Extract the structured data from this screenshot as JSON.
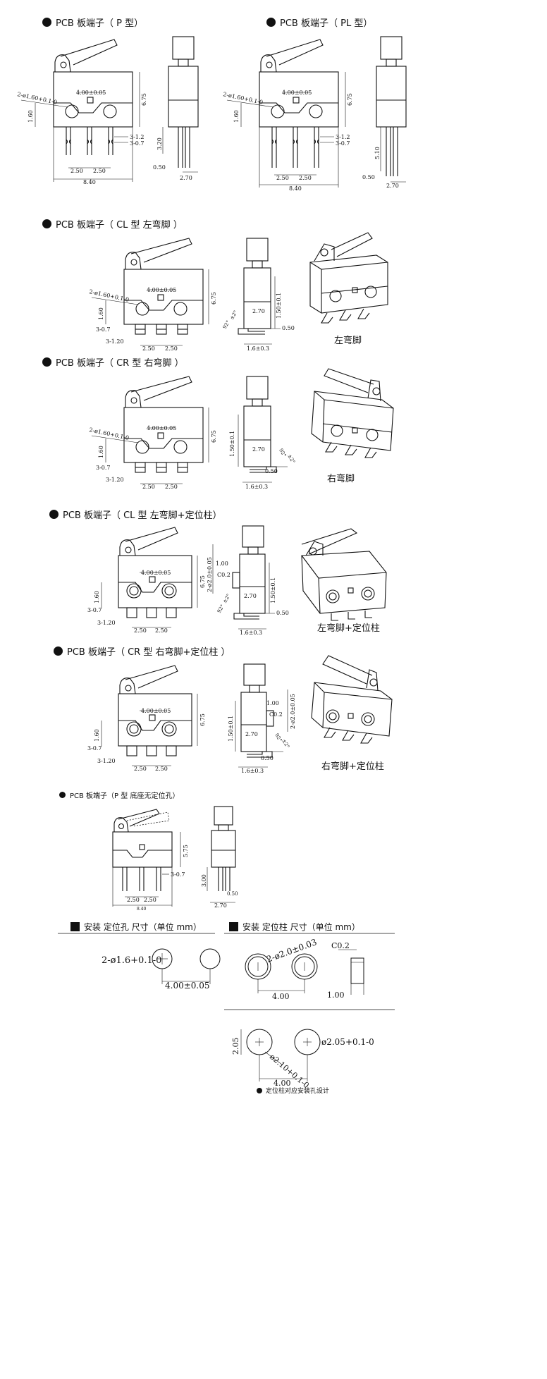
{
  "sections": [
    {
      "title": "PCB 板端子（ P 型）"
    },
    {
      "title": "PCB 板端子（ PL 型）"
    },
    {
      "title": "PCB 板端子（ CL 型 左弯脚 ）"
    },
    {
      "title": "PCB 板端子（ CR 型 右弯脚 ）"
    },
    {
      "title": "PCB 板端子（ CL 型 左弯脚+定位柱）"
    },
    {
      "title": "PCB 板端子（ CR 型 右弯脚+定位柱 ）"
    },
    {
      "title": "PCB 板端子（P 型   底座无定位孔）"
    }
  ],
  "captions": {
    "cl": "左弯脚",
    "cr": "右弯脚",
    "clp": "左弯脚+定位柱",
    "crp": "右弯脚+定位柱"
  },
  "dims": {
    "hole": "2-ø1.60+0.1-0",
    "pitch4": "4.00±0.05",
    "pitch25": "2.50",
    "w840": "8.40",
    "h675": "6.75",
    "h160": "1.60",
    "t12": "3-1.2",
    "t07": "3-0.7",
    "h320": "3.20",
    "h510": "5.10",
    "h050": "0.50",
    "w270": "2.70",
    "w16": "1.6±0.3",
    "h150": "1.50±0.1",
    "t120": "3-1.20",
    "a92": "92°",
    "a2": "±2°",
    "c02": "C0.2",
    "h100": "1.00",
    "p20": "2-ø2.0±0.05",
    "h300": "3.00",
    "h575": "5.75",
    "w840b": "8.40"
  },
  "install": {
    "hole_title": "安装 定位孔 尺寸（单位 mm）",
    "post_title": "安装 定位柱 尺寸（单位 mm）",
    "hole_dia": "2-ø1.6+0.1-0",
    "hole_pitch": "4.00±0.05",
    "post_dia": "2-ø2.0±0.03",
    "post_pitch": "4.00",
    "post_c": "C0.2",
    "post_h": "1.00",
    "lower_h": "2.05",
    "lower_d1": "ø2.10+0.1-0",
    "lower_d2": "ø2.05+0.1-0",
    "lower_pitch": "4.00",
    "note": "定位柱对应安装孔设计"
  }
}
